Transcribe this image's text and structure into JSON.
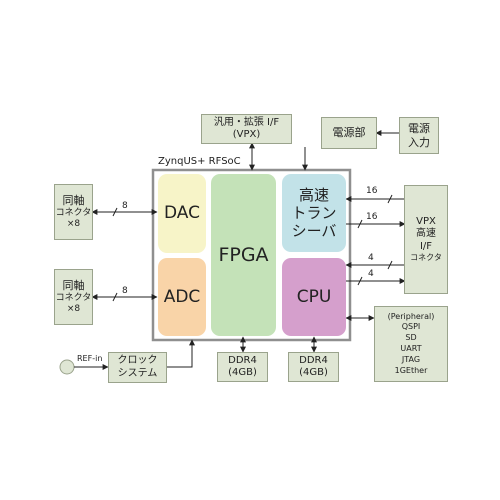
{
  "soc_title": "ZynqUS+ RFSoC",
  "chips": {
    "dac": "DAC",
    "adc": "ADC",
    "fpga": "FPGA",
    "transceiver": [
      "高速",
      "トラン",
      "シーバ"
    ],
    "cpu": "CPU"
  },
  "boxes": {
    "coax_top": [
      "同軸",
      "コネクタ",
      "×8"
    ],
    "coax_bottom": [
      "同軸",
      "コネクタ",
      "×8"
    ],
    "generic_if": [
      "汎用・拡張 I/F",
      "(VPX)"
    ],
    "power_unit": "電源部",
    "power_input": [
      "電源",
      "入力"
    ],
    "vpx": [
      "VPX",
      "高速",
      "I/F",
      "コネクタ"
    ],
    "clock": [
      "クロック",
      "システム"
    ],
    "ddr4_left": [
      "DDR4",
      "(4GB)"
    ],
    "ddr4_right": [
      "DDR4",
      "(4GB)"
    ],
    "peripheral": [
      "(Peripheral)",
      "QSPI",
      "SD",
      "UART",
      "JTAG",
      "1GEther"
    ]
  },
  "ref_in_label": "REF-in",
  "bus_labels": {
    "dac_lane": "8",
    "adc_lane": "8",
    "tx_upper": "16",
    "tx_lower": "16",
    "cpu_upper": "4",
    "cpu_lower": "4"
  },
  "colors": {
    "box_fill": "#dfe6d4",
    "dac": "#f7f4c8",
    "adc": "#f9d4a8",
    "fpga": "#c4e2b8",
    "transceiver": "#c2e2e8",
    "cpu": "#d59fcc",
    "soc_border": "#8f8f8f"
  }
}
